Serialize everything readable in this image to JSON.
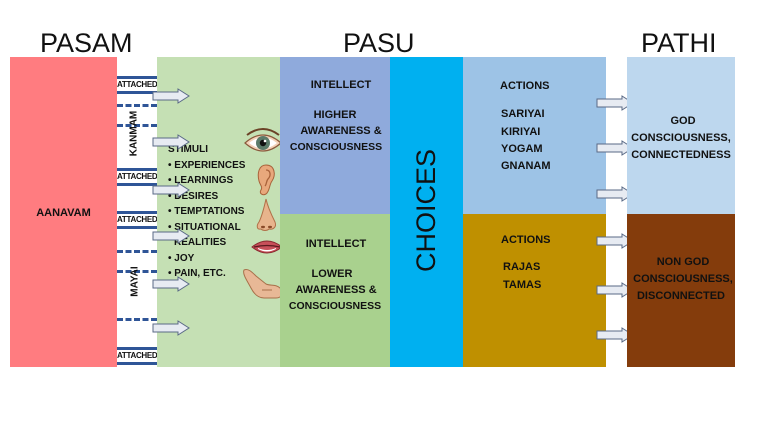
{
  "headers": {
    "pasam": "PASAM",
    "pasu": "PASU",
    "pathi": "PATHI"
  },
  "pasam": {
    "label": "AANAVAM",
    "kanmam": "KANMAM",
    "mayai": "MAYAI",
    "attached": [
      "ATTACHED",
      "ATTACHED",
      "ATTACHED",
      "ATTACHED"
    ]
  },
  "stimuli": {
    "title": "STIMULI",
    "items": [
      "EXPERIENCES",
      "LEARNINGS",
      "DESIRES",
      "TEMPTATIONS",
      "SITUATIONAL",
      "REALITIES",
      "JOY",
      "PAIN, ETC."
    ]
  },
  "intellect_higher": {
    "title": "INTELLECT",
    "text": [
      "HIGHER",
      "AWARENESS &",
      "CONSCIOUSNESS"
    ]
  },
  "intellect_lower": {
    "title": "INTELLECT",
    "text": [
      "LOWER",
      "AWARENESS &",
      "CONSCIOUSNESS"
    ]
  },
  "choices": "CHOICES",
  "actions_higher": {
    "title": "ACTIONS",
    "items": [
      "SARIYAI",
      "KIRIYAI",
      "YOGAM",
      "GNANAM"
    ]
  },
  "actions_lower": {
    "title": "ACTIONS",
    "items": [
      "RAJAS",
      "TAMAS"
    ]
  },
  "pathi_god": [
    "GOD",
    "CONSCIOUSNESS,",
    "CONNECTEDNESS"
  ],
  "pathi_nongod": [
    "NON GOD",
    "CONSCIOUSNESS,",
    "DISCONNECTED"
  ],
  "colors": {
    "pasam": "#ff7c80",
    "stimuli": "#c5e0b4",
    "intellect_higher": "#8faadc",
    "intellect_lower": "#a9d18e",
    "choices": "#00b0f0",
    "actions_higher": "#9dc3e6",
    "actions_lower": "#bf9000",
    "pathi_god": "#bdd7ee",
    "pathi_nongod": "#843c0c",
    "line": "#2f5597"
  },
  "icons": [
    "eye-icon",
    "ear-icon",
    "nose-icon",
    "mouth-icon",
    "hand-icon",
    "arrow-icon"
  ]
}
